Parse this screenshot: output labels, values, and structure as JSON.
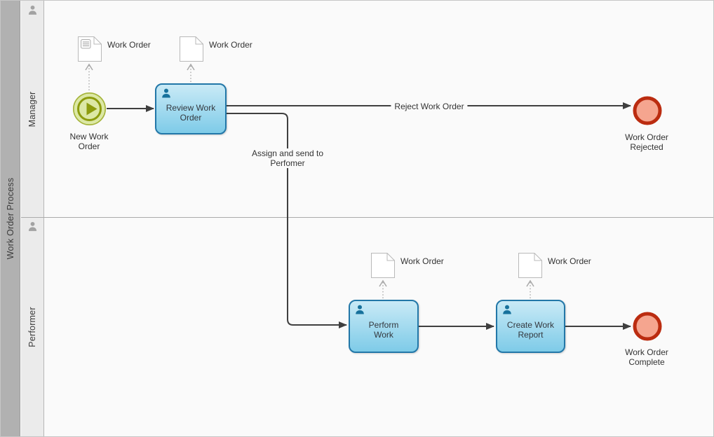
{
  "pool": {
    "label": "Work Order Process"
  },
  "lanes": [
    {
      "label": "Manager"
    },
    {
      "label": "Performer"
    }
  ],
  "nodes": {
    "start": {
      "label": "New Work Order"
    },
    "review": {
      "label": "Review Work Order"
    },
    "perform": {
      "label": "Perform Work"
    },
    "create": {
      "label": "Create Work Report"
    },
    "rejected": {
      "label": "Work Order Rejected"
    },
    "complete": {
      "label": "Work Order Complete"
    },
    "docs": [
      {
        "label": "Work Order"
      },
      {
        "label": "Work Order"
      },
      {
        "label": "Work Order"
      },
      {
        "label": "Work Order"
      }
    ]
  },
  "flows": {
    "reject": {
      "label": "Reject Work Order"
    },
    "assign": {
      "label": "Assign and send to Perfomer"
    }
  },
  "colors": {
    "task_border": "#2277a8",
    "task_fill_top": "#c9eaf6",
    "task_fill_bottom": "#7ecbe8",
    "person_icon": "#17719c",
    "start_fill": "#dce8a5",
    "start_stroke": "#8d9c0d",
    "end_fill": "#f5a58f",
    "end_stroke": "#bb2c10",
    "flow_line": "#3f3f3f",
    "association_line": "#a8a8a8",
    "pool_bg": "#b1b1b1",
    "lane_bg": "#ebebeb",
    "canvas_bg": "#fafafa"
  }
}
